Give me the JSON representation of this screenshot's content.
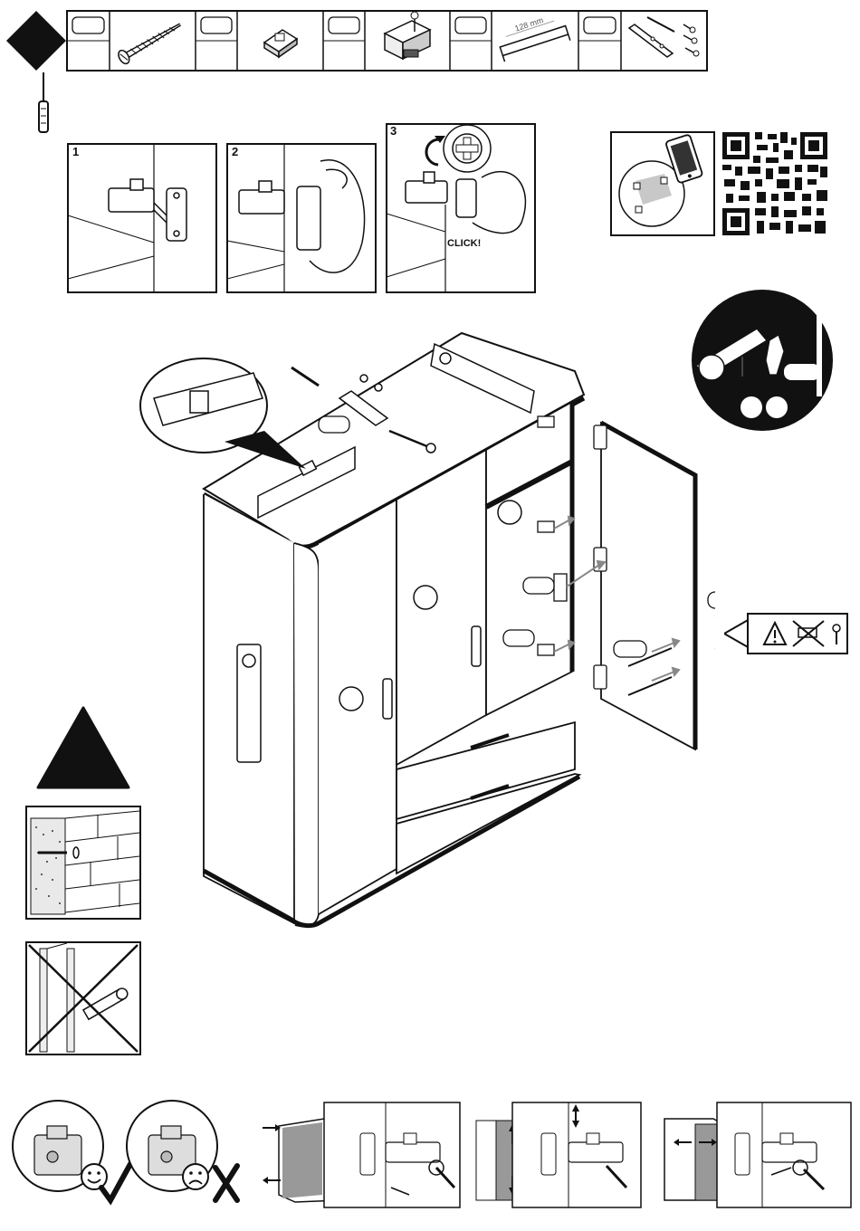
{
  "parts_strip": {
    "part_label_boxes": [
      "",
      "",
      "",
      "",
      ""
    ],
    "handle_size_text": "128 mm"
  },
  "steps": {
    "step1": "1",
    "step2": "2",
    "step3": "3",
    "click_text": "CLICK!"
  },
  "main": {
    "part_tags": [
      "",
      "",
      "",
      "",
      "",
      ""
    ]
  },
  "colors": {
    "line": "#111111",
    "gray_fill": "#9a9a9a",
    "panel_gray": "#b0b0b0"
  },
  "icons": [
    "screwdriver-icon",
    "warning-triangle-icon",
    "no-drill-icon",
    "qr-code-icon",
    "smartphone-icon",
    "happy-face-icon",
    "sad-face-icon",
    "check-mark-icon",
    "cross-mark-icon"
  ]
}
